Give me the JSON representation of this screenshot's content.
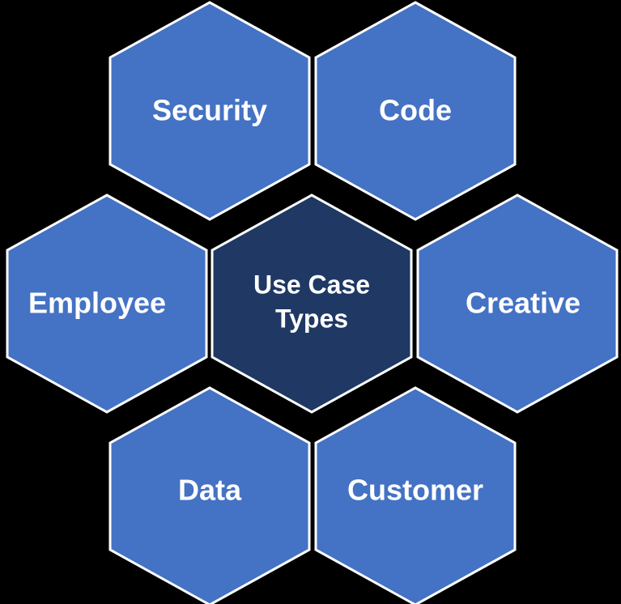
{
  "diagram": {
    "type": "honeycomb-hexagon-cluster",
    "title": "Use Case Types",
    "background_color": "#000000",
    "outline_color": "#FFFFFF",
    "outer_fill_color": "#4472C4",
    "center_fill_color": "#1F3864",
    "label_color": "#FFFFFF",
    "center": {
      "id": "use-case-types",
      "label_line1": "Use Case",
      "label_line2": "Types",
      "label": "Use Case Types"
    },
    "nodes": [
      {
        "id": "security",
        "label": "Security",
        "position": "top-left"
      },
      {
        "id": "code",
        "label": "Code",
        "position": "top-right"
      },
      {
        "id": "employee",
        "label": "Employee",
        "position": "middle-left"
      },
      {
        "id": "creative",
        "label": "Creative",
        "position": "middle-right"
      },
      {
        "id": "data",
        "label": "Data",
        "position": "bottom-left"
      },
      {
        "id": "customer",
        "label": "Customer",
        "position": "bottom-right"
      }
    ]
  }
}
